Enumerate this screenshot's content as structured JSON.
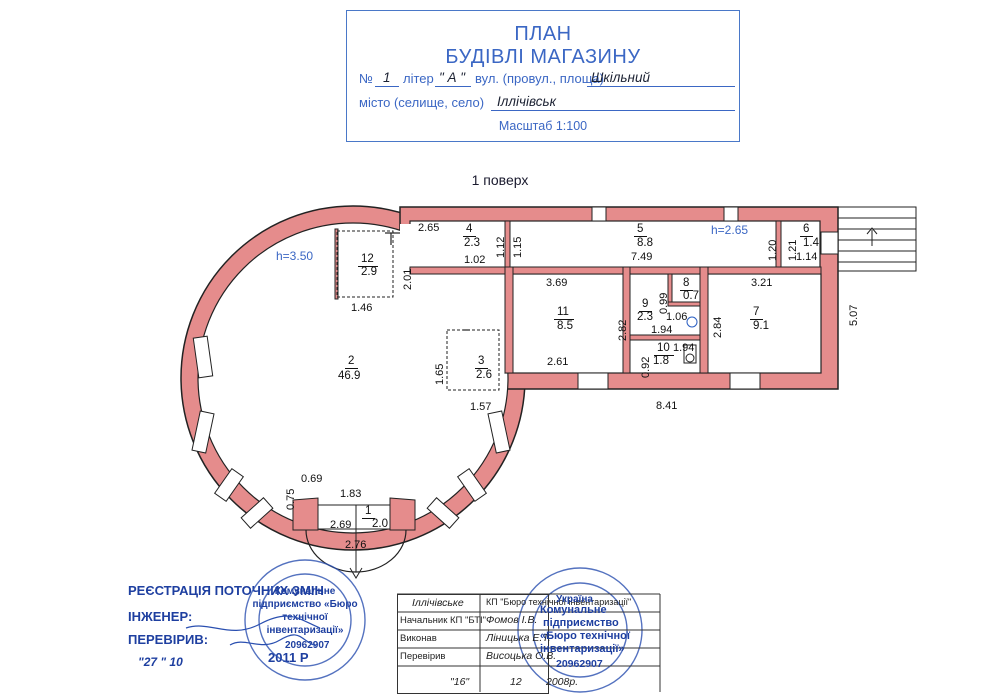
{
  "title": {
    "line1": "ПЛАН",
    "line2": "БУДІВЛІ МАГАЗИНУ",
    "no_label": "№",
    "no_value": "1",
    "liter_label": "літер",
    "liter_value": "\" А \"",
    "street_label": "вул. (провул., площа)",
    "street_value": "Шкільний",
    "city_label": "місто (селище, село)",
    "city_value": "Іллічівськ",
    "scale": "Масштаб 1:100"
  },
  "floor_label": "1  поверх",
  "rooms": [
    {
      "num": "1",
      "area": "2.0"
    },
    {
      "num": "2",
      "area": "46.9"
    },
    {
      "num": "3",
      "area": "2.6"
    },
    {
      "num": "4",
      "area": "2.3"
    },
    {
      "num": "5",
      "area": "8.8"
    },
    {
      "num": "6",
      "area": "1.4"
    },
    {
      "num": "7",
      "area": "9.1"
    },
    {
      "num": "8",
      "area": "0.7"
    },
    {
      "num": "9",
      "area": "2.3"
    },
    {
      "num": "10",
      "area": "1.8"
    },
    {
      "num": "11",
      "area": "8.5"
    },
    {
      "num": "12",
      "area": "2.9"
    }
  ],
  "heights": {
    "h_left": "h=3.50",
    "h_right": "h=2.65"
  },
  "dims": {
    "d265": "2.65",
    "d112": "1.12",
    "d115": "1.15",
    "d102": "1.02",
    "d201": "2.01",
    "d146": "1.46",
    "d749": "7.49",
    "d120": "1.20",
    "d121": "1.21",
    "d114": "1.14",
    "d369": "3.69",
    "d099": "0.99",
    "d321": "3.21",
    "d507": "5.07",
    "d282": "2.82",
    "d106": "1.06",
    "d194a": "1.94",
    "d284": "2.84",
    "d165": "1.65",
    "d261": "2.61",
    "d092": "0.92",
    "d194b": "1.94",
    "d157": "1.57",
    "d841": "8.41",
    "d069": "0.69",
    "d075": "0.75",
    "d183": "1.83",
    "d269": "2.69",
    "d276": "2.76"
  },
  "stamp_left": {
    "line1": "РЕЄСТРАЦІЯ ПОТОЧНИХ ЗМІН",
    "line2": "ІНЖЕНЕР:",
    "line3": "ПЕРЕВІРИВ:",
    "date": "\"27 \"      10",
    "seal_text": "Комунальне підприємство «Бюро технічної інвентаризації»",
    "seal_code": "20962907",
    "year": "2011 Р"
  },
  "info_box": {
    "city": "Іллічівське",
    "org": "КП \"Бюро технічної інвентаризації\"",
    "head_label": "Начальник КП \"БТІ\"",
    "head_name": "Фомов І.В.",
    "exec_label": "Виконав",
    "exec_name": "Ліницька Е.Т.",
    "check_label": "Перевірив",
    "check_name": "Висоцька О.В.",
    "date_day": "\"16\"",
    "date_month": "12",
    "date_year": "2008р."
  },
  "stamp_right": {
    "line1": "Комунальне",
    "line2": "підприємство",
    "line3": "«Бюро технічної",
    "line4": "інвентаризації»",
    "code": "20962907",
    "ring": "Україна"
  },
  "colors": {
    "wall": "#e58c8c",
    "stroke": "#222222",
    "stamp": "#1e3fa0",
    "frame": "#3b67c4"
  }
}
